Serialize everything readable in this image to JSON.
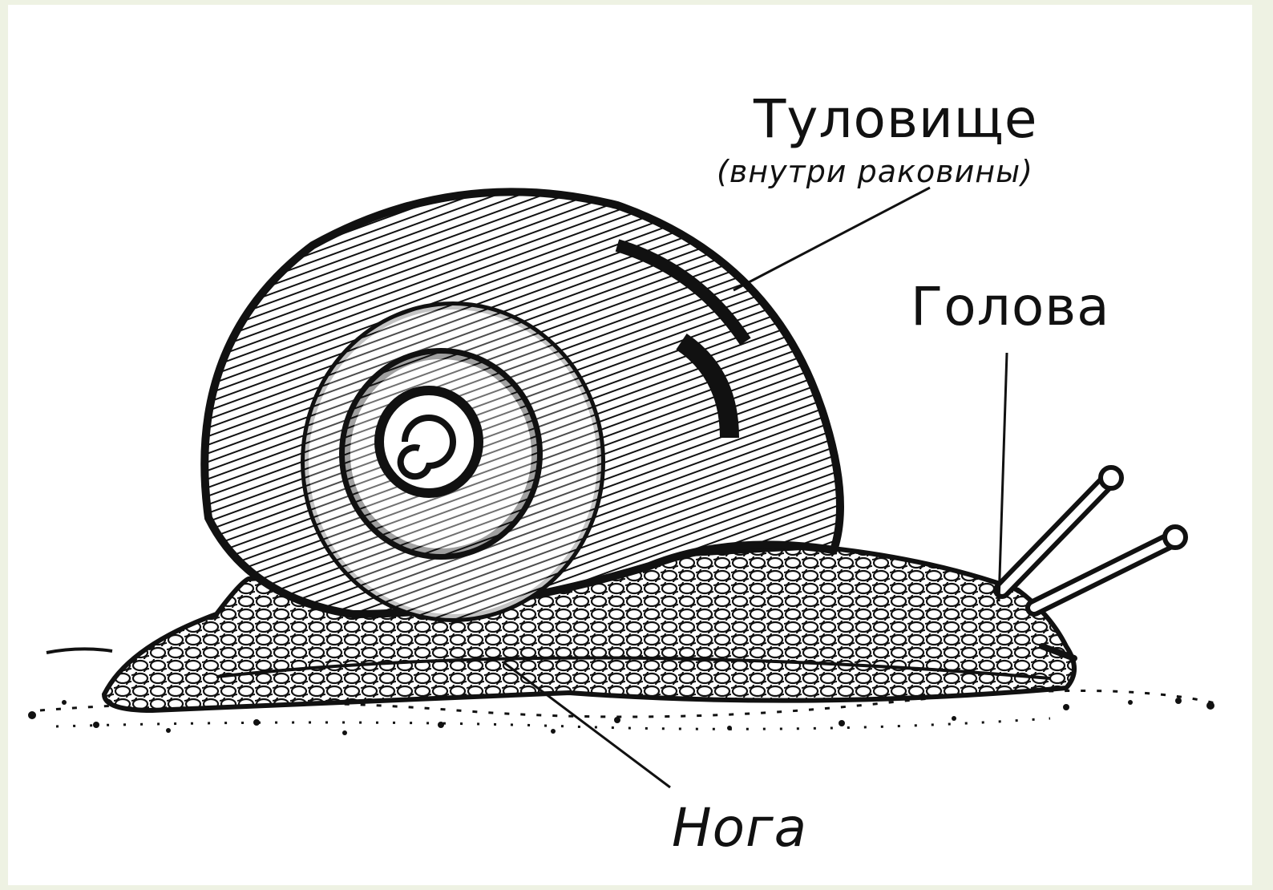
{
  "labels": {
    "body_title": "Туловище",
    "body_subtitle": "(внутри раковины)",
    "head": "Голова",
    "foot": "Нога"
  },
  "colors": {
    "background": "#eef2e3",
    "panel": "#ffffff",
    "ink": "#111111"
  }
}
